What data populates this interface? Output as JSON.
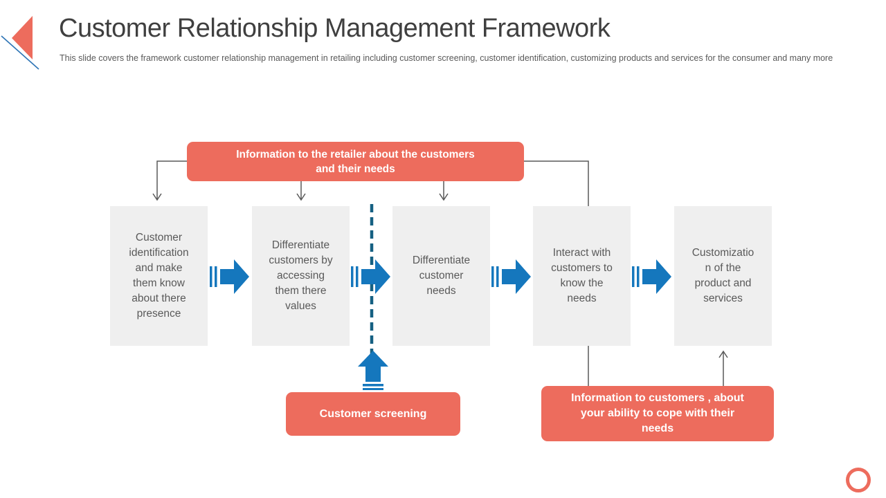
{
  "slide": {
    "title": "Customer Relationship Management Framework",
    "subtitle": "This slide covers the framework customer relationship management in retailing including customer screening, customer identification, customizing products and services for the consumer and many more"
  },
  "top_banner": {
    "label": "Information to the retailer about the customers\nand their needs"
  },
  "steps": [
    {
      "label": "Customer\nidentification\nand make\nthem know\nabout there\npresence"
    },
    {
      "label": "Differentiate\ncustomers by\naccessing\nthem there\nvalues"
    },
    {
      "label": "Differentiate\ncustomer\nneeds"
    },
    {
      "label": "Interact with\ncustomers to\nknow the\nneeds"
    },
    {
      "label": "Customizatio\nn of the\nproduct and\nservices"
    }
  ],
  "bottom_left_banner": {
    "label": "Customer screening"
  },
  "bottom_right_banner": {
    "label": "Information to customers , about\nyour ability to cope with their\nneeds"
  },
  "colors": {
    "accent_salmon": "#ED6C5D",
    "arrow_blue": "#1577BD",
    "dashed_blue": "#156082",
    "box_gray": "#EFEFEF",
    "connector_gray": "#595959",
    "title_gray": "#3F3F3F"
  },
  "icons": {
    "logo": "triangle-left-logo-icon",
    "flow_arrow": "striped-arrow-right-icon",
    "up_arrow": "striped-arrow-up-icon",
    "footer_mark": "circle-outline-icon"
  }
}
